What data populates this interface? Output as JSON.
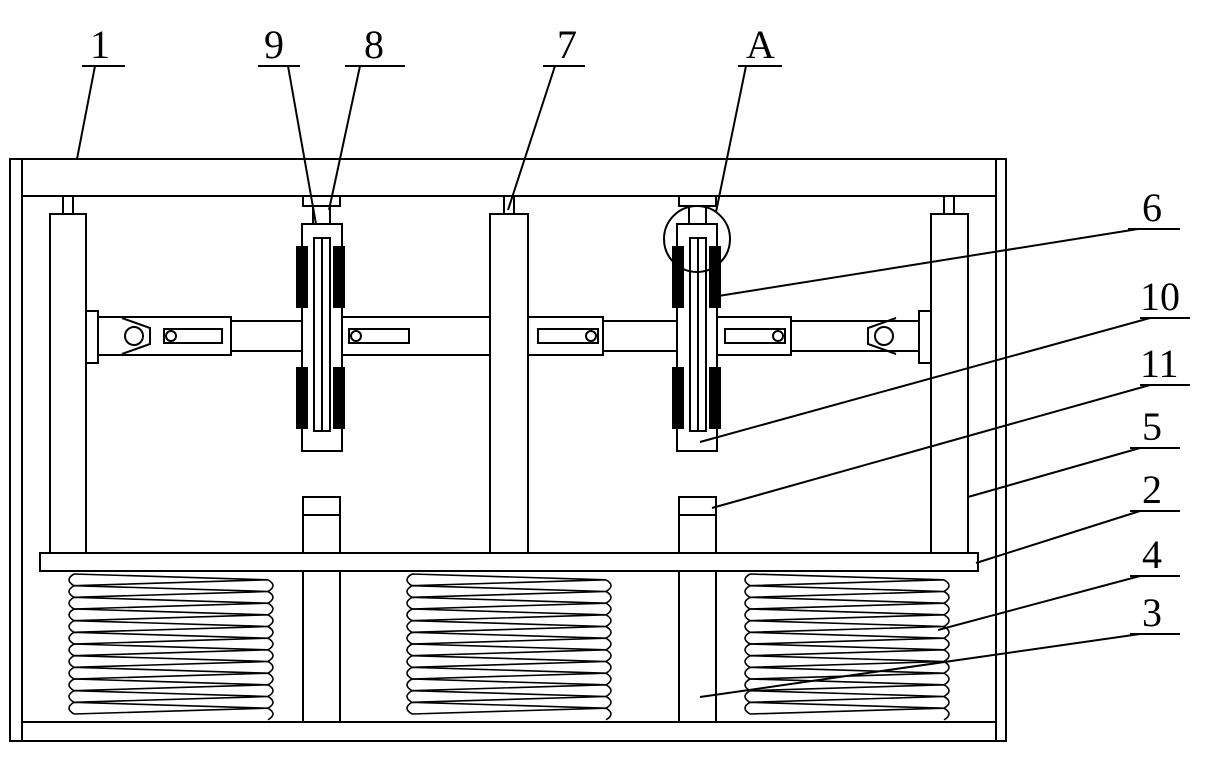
{
  "labels": {
    "l1": "1",
    "l9": "9",
    "l8": "8",
    "l7": "7",
    "lA": "A",
    "l6": "6",
    "l10": "10",
    "l11": "11",
    "l5": "5",
    "l2": "2",
    "l4": "4",
    "l3": "3"
  }
}
